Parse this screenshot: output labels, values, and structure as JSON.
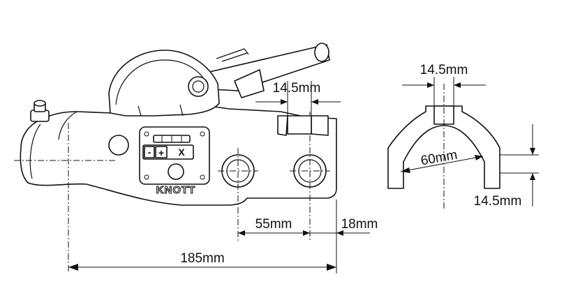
{
  "coupling": {
    "brand": "KNOTT",
    "indicator_keys": [
      "-",
      "+",
      "X"
    ]
  },
  "dimensions": {
    "overall_length": "185mm",
    "hole_spacing": "55mm",
    "hole_to_end": "18mm",
    "slot_width_side": "14.5mm"
  },
  "section": {
    "top_width": "14.5mm",
    "radius": "60mm",
    "leg_height": "14.5mm"
  },
  "colors": {
    "line": "#111111",
    "background": "#ffffff"
  }
}
